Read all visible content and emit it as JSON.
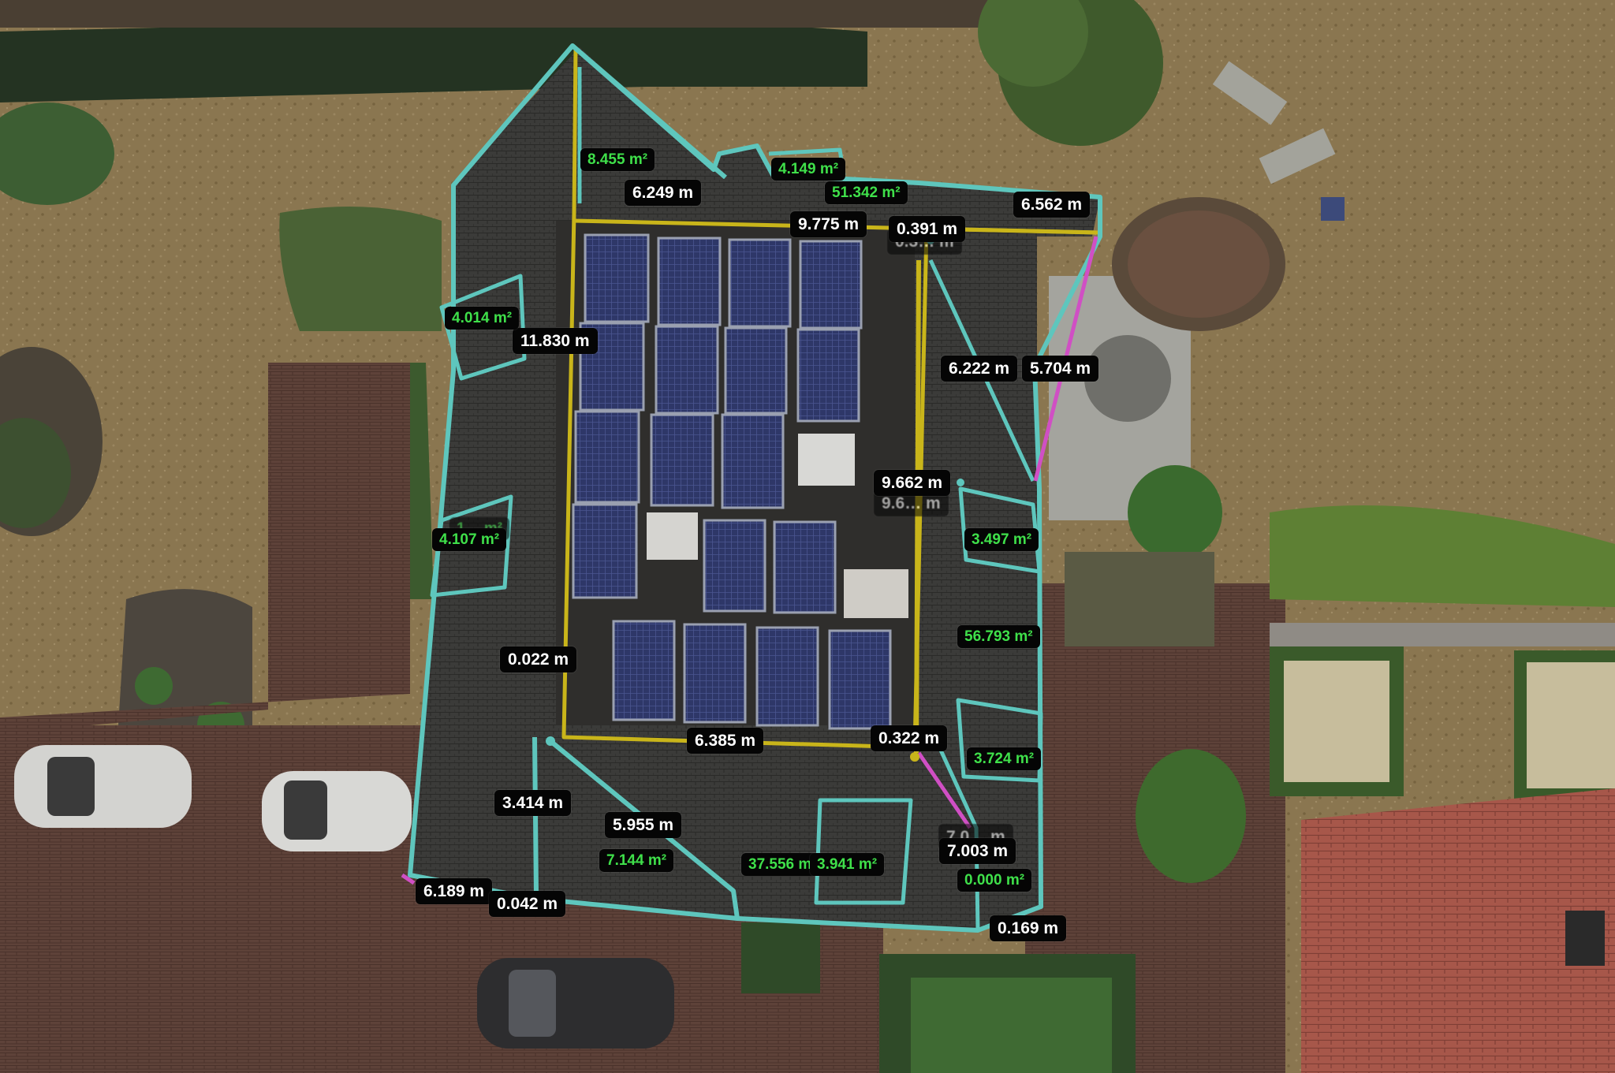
{
  "measurements": {
    "lengths": [
      {
        "id": "l1",
        "text": "6.249 m"
      },
      {
        "id": "l2",
        "text": "9.775 m"
      },
      {
        "id": "l3",
        "text": "0.391 m"
      },
      {
        "id": "l4",
        "text": "6.562 m"
      },
      {
        "id": "l5",
        "text": "11.830 m"
      },
      {
        "id": "l6",
        "text": "6.222 m"
      },
      {
        "id": "l7",
        "text": "5.704 m"
      },
      {
        "id": "l8",
        "text": "9.662 m"
      },
      {
        "id": "l9",
        "text": "0.022 m"
      },
      {
        "id": "l10",
        "text": "6.385 m"
      },
      {
        "id": "l11",
        "text": "0.322 m"
      },
      {
        "id": "l12",
        "text": "3.414 m"
      },
      {
        "id": "l13",
        "text": "5.955 m"
      },
      {
        "id": "l14",
        "text": "7.003 m"
      },
      {
        "id": "l15",
        "text": "6.189 m"
      },
      {
        "id": "l16",
        "text": "0.042 m"
      },
      {
        "id": "l17",
        "text": "0.169 m"
      }
    ],
    "areas": [
      {
        "id": "a1",
        "text": "8.455 m²"
      },
      {
        "id": "a2",
        "text": "4.149 m²"
      },
      {
        "id": "a3",
        "text": "51.342 m²"
      },
      {
        "id": "a4",
        "text": "4.014 m²"
      },
      {
        "id": "a5",
        "text": "4.107 m²"
      },
      {
        "id": "a6",
        "text": "3.497 m²"
      },
      {
        "id": "a7",
        "text": "56.793 m²"
      },
      {
        "id": "a8",
        "text": "3.724 m²"
      },
      {
        "id": "a9",
        "text": "7.144 m²"
      },
      {
        "id": "a10",
        "text": "37.556 m²"
      },
      {
        "id": "a11",
        "text": "3.941 m²"
      },
      {
        "id": "a12",
        "text": "0.000 m²"
      }
    ]
  },
  "colors": {
    "outline": "#5ec6bd",
    "ridge": "#c9b51a",
    "edge_accent": "#d04fc4",
    "area_text": "#3fe04a",
    "length_text": "#ffffff",
    "label_bg": "#050505"
  }
}
